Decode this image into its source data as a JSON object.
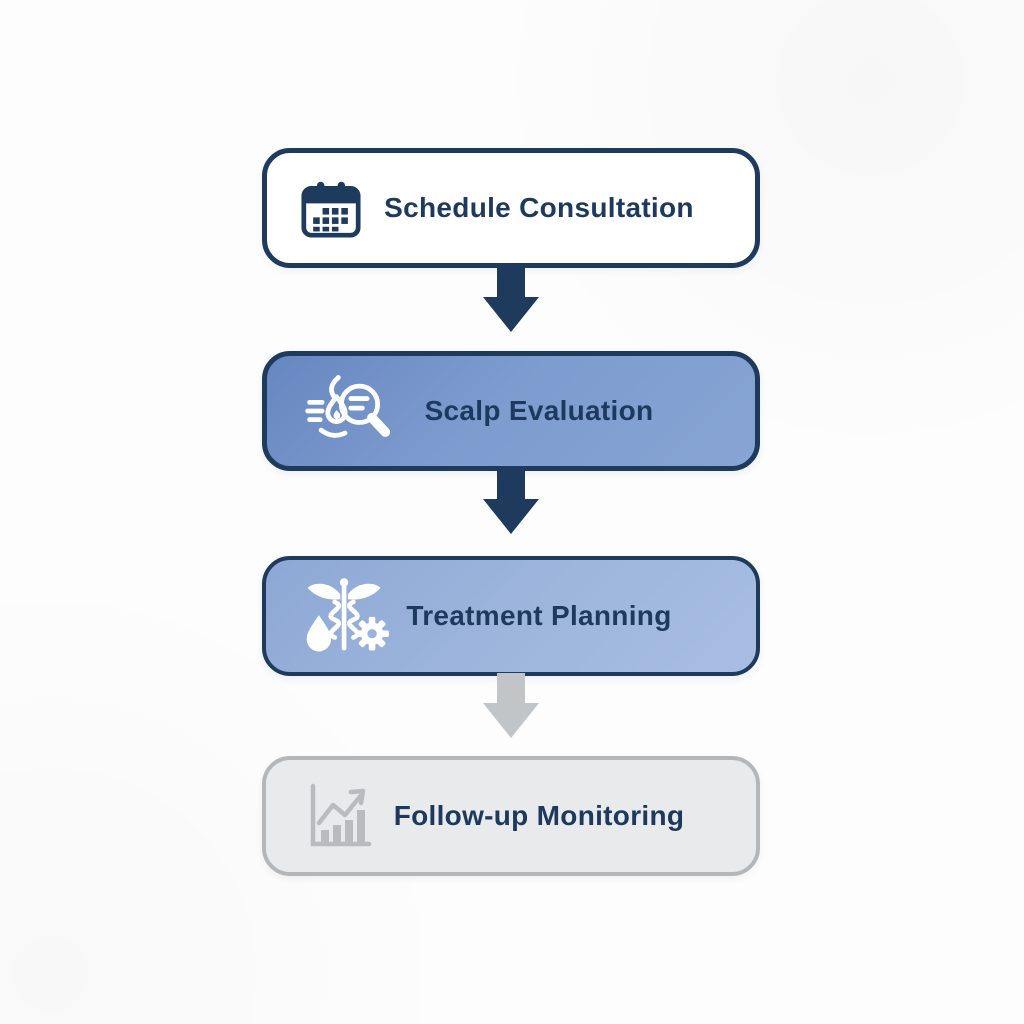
{
  "diagram": {
    "type": "flowchart",
    "direction": "top-to-bottom",
    "steps": [
      {
        "label": "Schedule Consultation",
        "icon": "calendar-icon",
        "variant": "white",
        "fill": "#ffffff",
        "border": "#1e3a5c"
      },
      {
        "label": "Scalp Evaluation",
        "icon": "scalp-magnifier-icon",
        "variant": "blue-medium",
        "fill": "#7b9bd0",
        "border": "#1e3a5c"
      },
      {
        "label": "Treatment Planning",
        "icon": "caduceus-gear-icon",
        "variant": "blue-light",
        "fill": "#9bb4dd",
        "border": "#1e3a5c"
      },
      {
        "label": "Follow-up Monitoring",
        "icon": "growth-chart-icon",
        "variant": "gray",
        "fill": "#e9eaeb",
        "border": "#b4b7ba"
      }
    ],
    "connectors": [
      {
        "from": 0,
        "to": 1,
        "shape": "down-arrow",
        "color": "#1e3a5c"
      },
      {
        "from": 1,
        "to": 2,
        "shape": "down-arrow",
        "color": "#1e3a5c"
      },
      {
        "from": 2,
        "to": 3,
        "shape": "down-arrow",
        "color": "#c2c5c7"
      }
    ],
    "colors": {
      "navy": "#1e3a5c",
      "label_text": "#1d3a5e",
      "blue_medium": "#7b9bd0",
      "blue_light": "#9bb4dd",
      "gray_fill": "#e9eaeb",
      "gray_border": "#b4b7ba",
      "gray_arrow": "#c2c5c7",
      "background": "#fdfdfd",
      "icon_white": "#ffffff",
      "icon_gray": "#b9bcbe"
    }
  }
}
